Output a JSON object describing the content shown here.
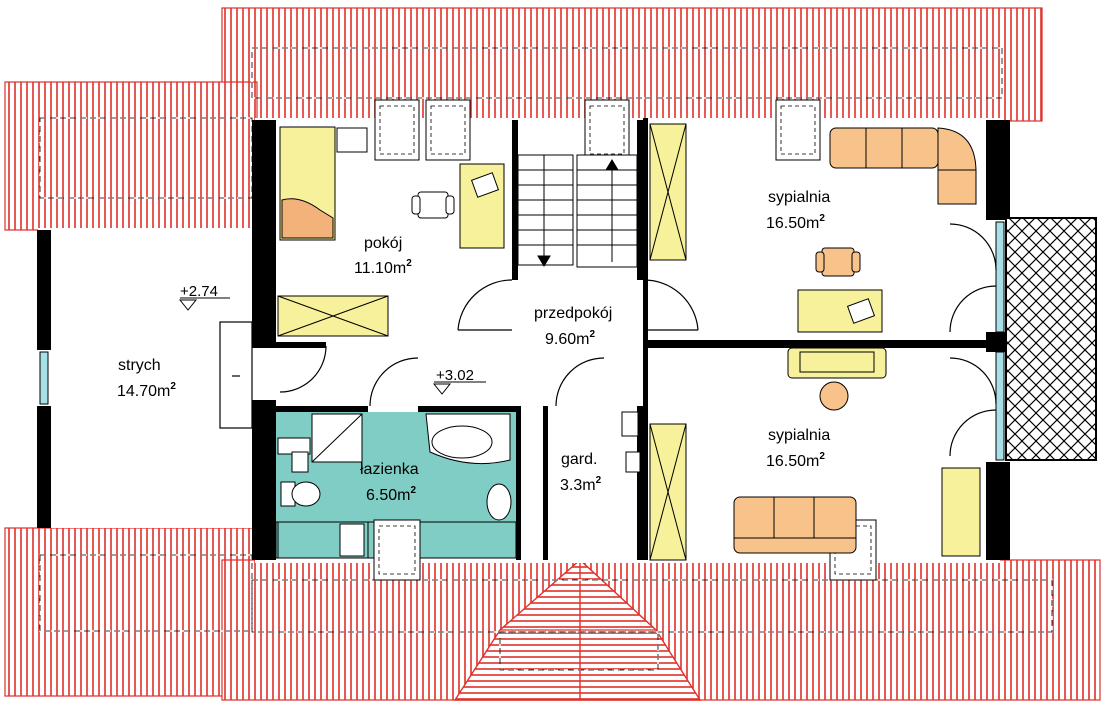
{
  "plan": {
    "rooms": [
      {
        "id": "pokoj",
        "name": "pokój",
        "area": "11.10m",
        "sup": "2"
      },
      {
        "id": "przedpokoj",
        "name": "przedpokój",
        "area": "9.60m",
        "sup": "2"
      },
      {
        "id": "sypialnia1",
        "name": "sypialnia",
        "area": "16.50m",
        "sup": "2"
      },
      {
        "id": "sypialnia2",
        "name": "sypialnia",
        "area": "16.50m",
        "sup": "2"
      },
      {
        "id": "lazienka",
        "name": "łazienka",
        "area": "6.50m",
        "sup": "2"
      },
      {
        "id": "gard",
        "name": "gard.",
        "area": "3.3m",
        "sup": "2"
      },
      {
        "id": "strych",
        "name": "strych",
        "area": "14.70m",
        "sup": "2"
      }
    ],
    "levels": [
      {
        "id": "lvl1",
        "value": "+2.74"
      },
      {
        "id": "lvl2",
        "value": "+3.02"
      }
    ],
    "colors": {
      "roof_stripe": "#e0302a",
      "bathroom": "#7fcdc4",
      "furniture_yellow": "#f7f19b",
      "sofa_orange": "#f7c38a",
      "bed_orange": "#f3b27a",
      "wall": "#000000",
      "glass": "#a8e0e8"
    }
  }
}
